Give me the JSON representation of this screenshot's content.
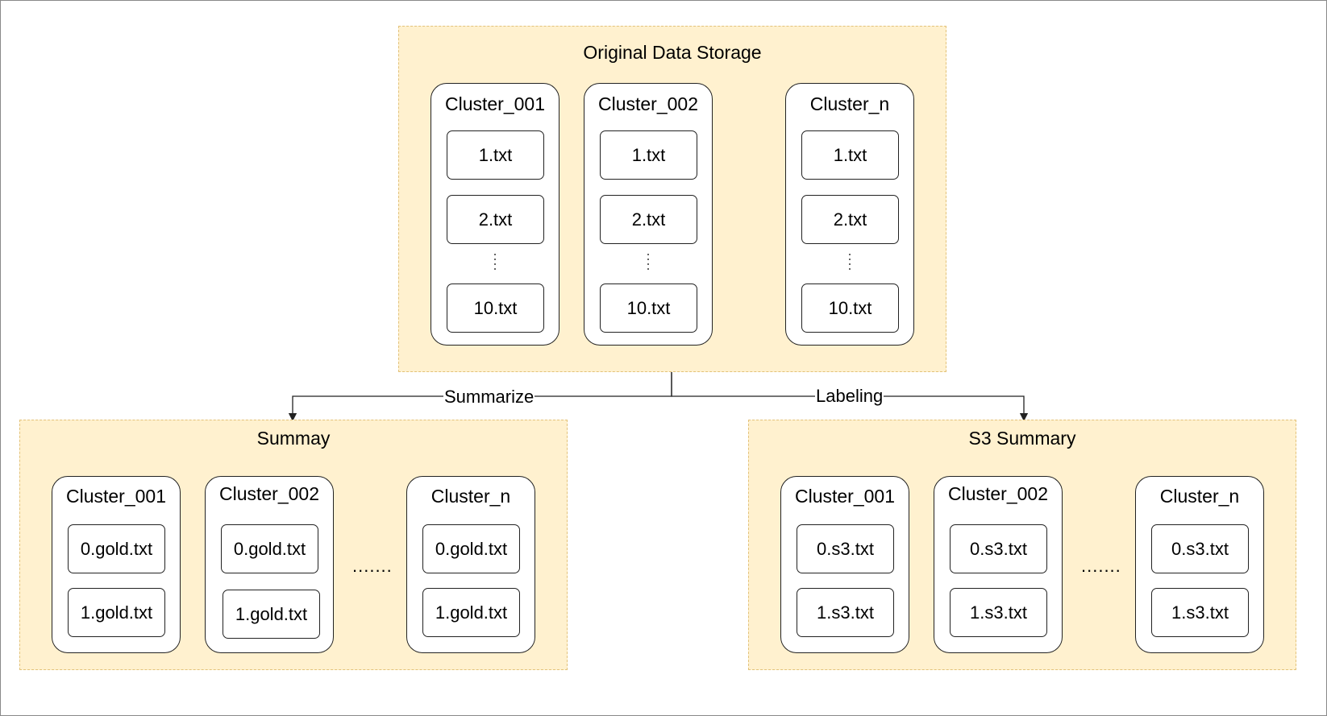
{
  "groups": {
    "original": {
      "title": "Original Data Storage",
      "clusters": [
        {
          "name": "Cluster_001",
          "files": [
            "1.txt",
            "2.txt",
            "10.txt"
          ]
        },
        {
          "name": "Cluster_002",
          "files": [
            "1.txt",
            "2.txt",
            "10.txt"
          ]
        },
        {
          "name": "Cluster_n",
          "files": [
            "1.txt",
            "2.txt",
            "10.txt"
          ]
        }
      ]
    },
    "summary": {
      "title": "Summay",
      "ellipsis": ".......",
      "clusters": [
        {
          "name": "Cluster_001",
          "files": [
            "0.gold.txt",
            "1.gold.txt"
          ]
        },
        {
          "name": "Cluster_002",
          "files": [
            "0.gold.txt",
            "1.gold.txt"
          ]
        },
        {
          "name": "Cluster_n",
          "files": [
            "0.gold.txt",
            "1.gold.txt"
          ]
        }
      ]
    },
    "s3": {
      "title": "S3 Summary",
      "ellipsis": ".......",
      "clusters": [
        {
          "name": "Cluster_001",
          "files": [
            "0.s3.txt",
            "1.s3.txt"
          ]
        },
        {
          "name": "Cluster_002",
          "files": [
            "0.s3.txt",
            "1.s3.txt"
          ]
        },
        {
          "name": "Cluster_n",
          "files": [
            "0.s3.txt",
            "1.s3.txt"
          ]
        }
      ]
    }
  },
  "edges": {
    "summarize": "Summarize",
    "labeling": "Labeling"
  }
}
